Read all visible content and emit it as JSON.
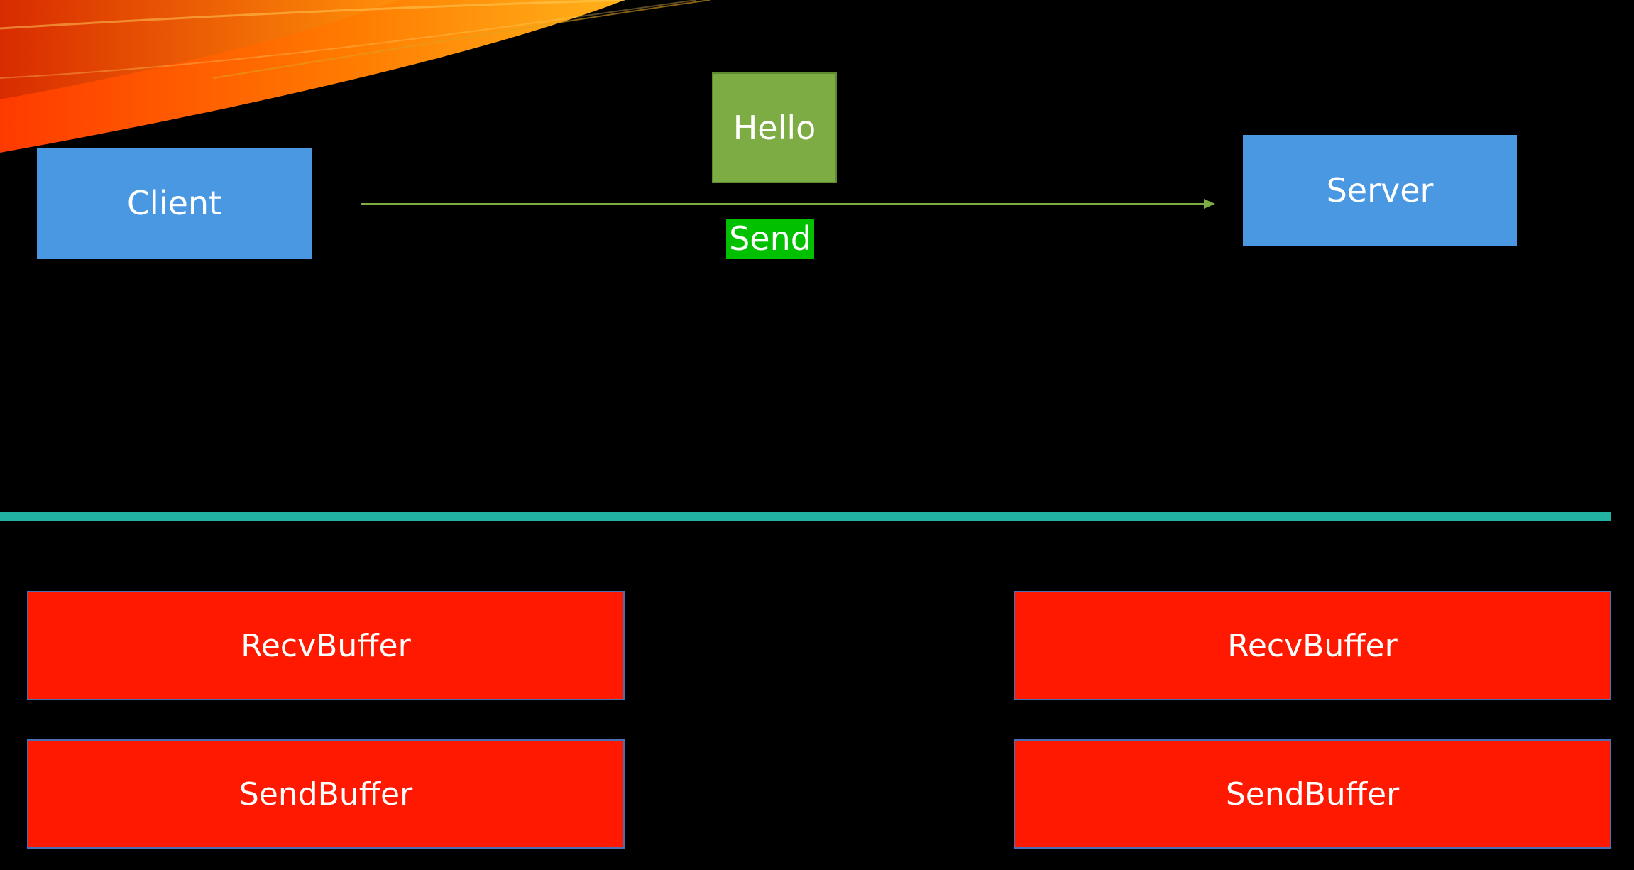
{
  "diagram": {
    "client": {
      "label": "Client"
    },
    "server": {
      "label": "Server"
    },
    "message": {
      "label": "Hello"
    },
    "action": {
      "label": "Send"
    },
    "client_buffers": {
      "recv": "RecvBuffer",
      "send": "SendBuffer"
    },
    "server_buffers": {
      "recv": "RecvBuffer",
      "send": "SendBuffer"
    }
  },
  "colors": {
    "node": "#4a98e1",
    "message": "#7cac43",
    "action": "#00c000",
    "arrow": "#7cac43",
    "divider": "#22b2a2",
    "buffer": "#ff1900",
    "background": "#000000"
  },
  "decoration": {
    "corner": "orange-swoosh"
  }
}
